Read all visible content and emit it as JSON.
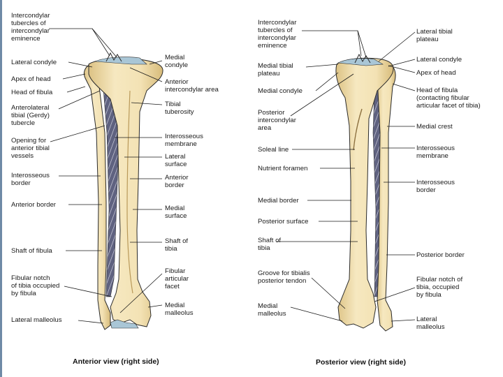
{
  "anterior": {
    "caption": "Anterior view (right side)",
    "labels": {
      "intercondylar_tubercles": "Intercondylar\ntubercles of\nintercondylar\neminence",
      "lateral_condyle": "Lateral condyle",
      "apex_of_head": "Apex of head",
      "head_of_fibula": "Head of fibula",
      "anterolateral_tibial": "Anterolateral\ntibial (Gerdy)\ntubercle",
      "opening_anterior_tibial": "Opening for\nanterior tibial\nvessels",
      "interosseous_border": "Interosseous\nborder",
      "anterior_border_fibula": "Anterior border",
      "shaft_of_fibula": "Shaft of fibula",
      "fibular_notch": "Fibular notch\nof tibia occupied\nby fibula",
      "lateral_malleolus": "Lateral malleolus",
      "medial_condyle": "Medial\ncondyle",
      "anterior_intercondylar_area": "Anterior\nintercondylar area",
      "tibial_tuberosity": "Tibial\ntuberosity",
      "interosseous_membrane": "Interosseous\nmembrane",
      "lateral_surface": "Lateral\nsurface",
      "anterior_border_tibia": "Anterior\nborder",
      "medial_surface": "Medial\nsurface",
      "shaft_of_tibia": "Shaft of\ntibia",
      "fibular_articular_facet": "Fibular\narticular\nfacet",
      "medial_malleolus": "Medial\nmalleolus"
    }
  },
  "posterior": {
    "caption": "Posterior view (right side)",
    "labels": {
      "intercondylar_tubercles": "Intercondylar\ntubercles of\nintercondylar\neminence",
      "medial_tibial_plateau": "Medial tibial\nplateau",
      "medial_condyle": "Medial condyle",
      "posterior_intercondylar_area": "Posterior\nintercondylar\narea",
      "soleal_line": "Soleal line",
      "nutrient_foramen": "Nutrient foramen",
      "medial_border": "Medial border",
      "posterior_surface": "Posterior surface",
      "shaft_of_tibia": "Shaft of\ntibia",
      "groove_tibialis": "Groove for tibialis\nposterior tendon",
      "medial_malleolus": "Medial\nmalleolus",
      "lateral_tibial_plateau": "Lateral tibial\nplateau",
      "lateral_condyle": "Lateral condyle",
      "apex_of_head": "Apex of head",
      "head_of_fibula": "Head of fibula\n(contacting fibular\narticular facet of tibia)",
      "medial_crest": "Medial crest",
      "interosseous_membrane": "Interosseous\nmembrane",
      "interosseous_border": "Interosseous\nborder",
      "posterior_border": "Posterior border",
      "fibular_notch": "Fibular notch of\ntibia, occupied\nby fibula",
      "lateral_malleolus": "Lateral\nmalleolus"
    }
  },
  "colors": {
    "bone_fill": "#f3e2b4",
    "bone_shade": "#d9bd7c",
    "bone_outline": "#2a2a2a",
    "membrane": "#5f6280",
    "cartilage": "#a9c6d6",
    "leader_line": "#1a1a1a",
    "side_edge": "#6f8aa6"
  }
}
